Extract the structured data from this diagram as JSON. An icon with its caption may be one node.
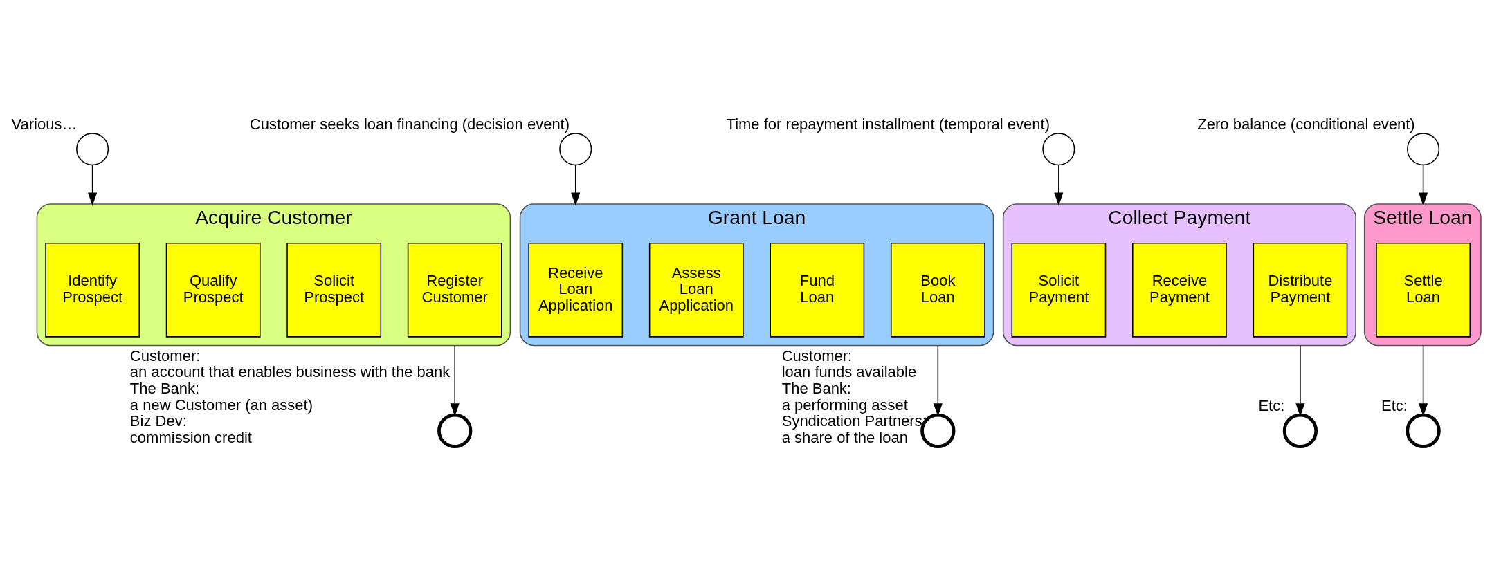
{
  "diagram": {
    "nodes": [
      {
        "text": [],
        "shape": "circle",
        "beside": [
          "Various…"
        ]
      },
      {
        "text": [],
        "shape": "circle",
        "beside": [
          "Customer seeks loan financing (decision event)"
        ]
      },
      {
        "text": [],
        "shape": "circle",
        "beside": [
          "Time for repayment installment (temporal event)"
        ]
      },
      {
        "text": [],
        "shape": "circle",
        "beside": [
          "Zero balance (conditional event)"
        ]
      },
      {
        "text": [
          "Acquire Customer"
        ]
      },
      {
        "text": [
          "Identify Prospect"
        ],
        "in": 4
      },
      {
        "text": [
          "Qualify Prospect"
        ],
        "in": 4
      },
      {
        "text": [
          "Solicit Prospect"
        ],
        "in": 4
      },
      {
        "text": [
          "Register Customer"
        ],
        "in": 4
      },
      {
        "text": [
          "Grant Loan"
        ]
      },
      {
        "text": [
          "Receive Loan Application"
        ],
        "in": 9
      },
      {
        "text": [
          "Assess Loan Application"
        ],
        "in": 9
      },
      {
        "text": [
          "Fund Loan"
        ],
        "in": 9
      },
      {
        "text": [
          "Book Loan"
        ],
        "in": 9
      },
      {
        "text": [
          "Collect Payment"
        ]
      },
      {
        "text": [
          "Solicit Payment"
        ],
        "in": 14
      },
      {
        "text": [
          "Receive Payment"
        ],
        "in": 14
      },
      {
        "text": [
          "Distribute Payment"
        ],
        "in": 14
      },
      {
        "text": [
          "Settle Loan"
        ]
      },
      {
        "text": [
          "Settle Loan"
        ],
        "in": 18
      },
      {
        "text": [],
        "shape": "circle",
        "beside": [
          "Customer:",
          "an account that enables business with the bank",
          "The Bank:",
          "a new Customer (an asset)",
          "Biz Dev:",
          "commission credit"
        ]
      },
      {
        "text": [],
        "shape": "circle",
        "beside": [
          "Customer:",
          "loan funds available",
          "The Bank:",
          "a performing asset",
          "Syndication Partners:",
          "a share of the loan"
        ]
      },
      {
        "text": [],
        "shape": "circle",
        "beside": [
          "Etc:"
        ]
      },
      {
        "text": [],
        "shape": "circle",
        "beside": [
          "Etc:"
        ]
      }
    ],
    "edges": [
      {
        "from": 0,
        "to": 4,
        "arrow": "to"
      },
      {
        "from": 1,
        "to": 9,
        "arrow": "to"
      },
      {
        "from": 2,
        "to": 14,
        "arrow": "to"
      },
      {
        "from": 3,
        "to": 18,
        "arrow": "to"
      },
      {
        "from": 4,
        "to": 20,
        "arrow": "to"
      },
      {
        "from": 9,
        "to": 21,
        "arrow": "to"
      },
      {
        "from": 14,
        "to": 22,
        "arrow": "to"
      },
      {
        "from": 18,
        "to": 23,
        "arrow": "to"
      }
    ]
  }
}
